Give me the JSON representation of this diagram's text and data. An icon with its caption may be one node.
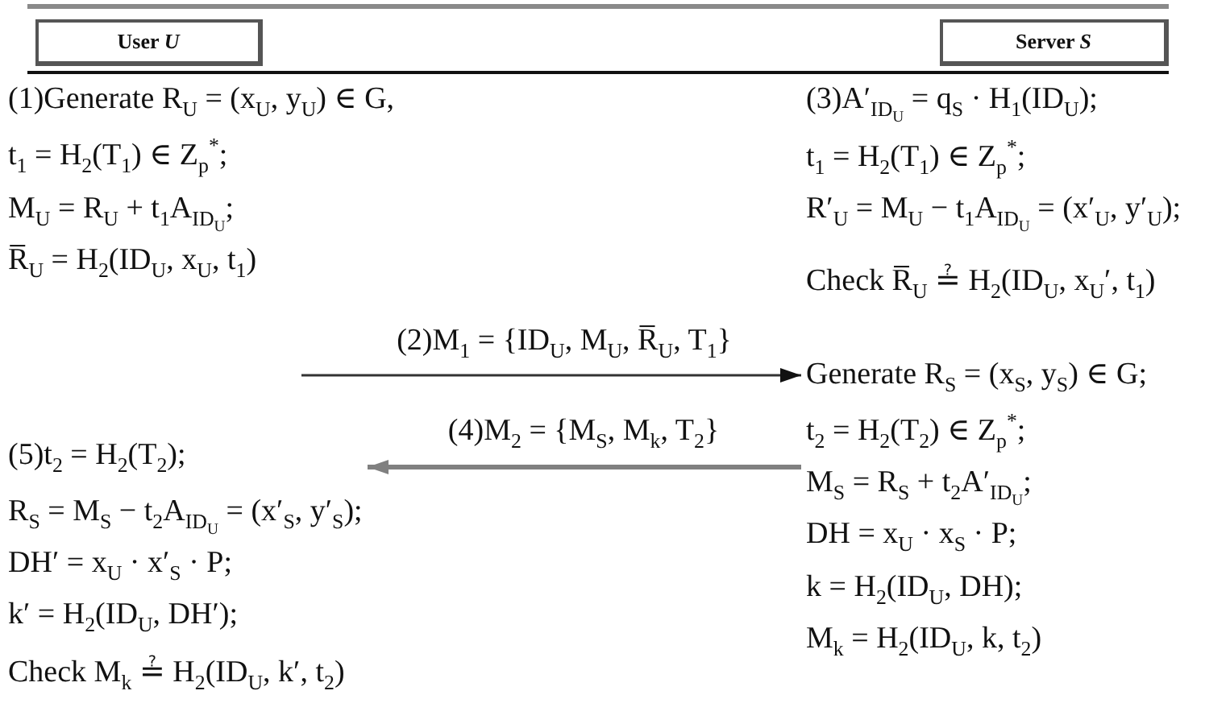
{
  "diagram": {
    "nodes": [
      {
        "text": [
          "User *U*"
        ]
      },
      {
        "text": [
          "Server *S*"
        ]
      },
      {
        "text": [
          "(1)Generate R$_{U}$ = (x$_{U}$, y$_{U}$) ∈ G,",
          "t$_{1}$ = H$_{2}$(T$_{1}$) ∈ Z$_{p}$$^{*}$;",
          "M$_{U}$ = R$_{U}$ + t$_{1}$A$_{ID}$$_{U}$;",
          "R̅$_{U}$ = H$_{2}$(ID$_{U}$, x$_{U}$, t$_{1}$)"
        ]
      },
      {
        "text": [
          "(3)A′$_{ID}$$_{U}$ = q$_{S}$ · H$_{1}$(ID$_{U}$);",
          "t$_{1}$ = H$_{2}$(T$_{1}$) ∈ Z$_{p}$$^{*}$;",
          "R′$_{U}$ = M$_{U}$ − t$_{1}$A$_{ID}$$_{U}$ = (x′$_{U}$, y′$_{U}$);",
          "Check R̅$_{U}$ ≟ H$_{2}$(ID$_{U}$, x$_{U}$′, t$_{1}$)"
        ]
      },
      {
        "text": [
          "Generate R$_{S}$ = (x$_{S}$, y$_{S}$) ∈ G;",
          "t$_{2}$ = H$_{2}$(T$_{2}$) ∈ Z$_{p}$$^{*}$;",
          "M$_{S}$ = R$_{S}$ + t$_{2}$A′$_{ID}$$_{U}$;",
          "DH = x$_{U}$ · x$_{S}$ · P;",
          "k = H$_{2}$(ID$_{U}$, DH);",
          "M$_{k}$ = H$_{2}$(ID$_{U}$, k, t$_{2}$)"
        ]
      },
      {
        "text": [
          "(5)t$_{2}$ = H$_{2}$(T$_{2}$);",
          "R$_{S}$ = M$_{S}$ − t$_{2}$A$_{ID}$$_{U}$ = (x′$_{S}$, y′$_{S}$);",
          "DH′ = x$_{U}$ · x′$_{S}$ · P;",
          "k′ = H$_{2}$(ID$_{U}$, DH′);",
          "Check M$_{k}$ ≟ H$_{2}$(ID$_{U}$, k′, t$_{2}$)"
        ]
      }
    ],
    "edges": [
      {
        "from": null,
        "to": 4,
        "arrow": "to",
        "label": "(2)M$_{1}$ = {ID$_{U}$, M$_{U}$, R̅$_{U}$, T$_{1}$}"
      },
      {
        "from": 4,
        "to": 5,
        "arrow": "to",
        "label": "(4)M$_{2}$ = {M$_{S}$, M$_{k}$, T$_{2}$}",
        "style": "thick",
        "color": "#808080"
      }
    ]
  }
}
